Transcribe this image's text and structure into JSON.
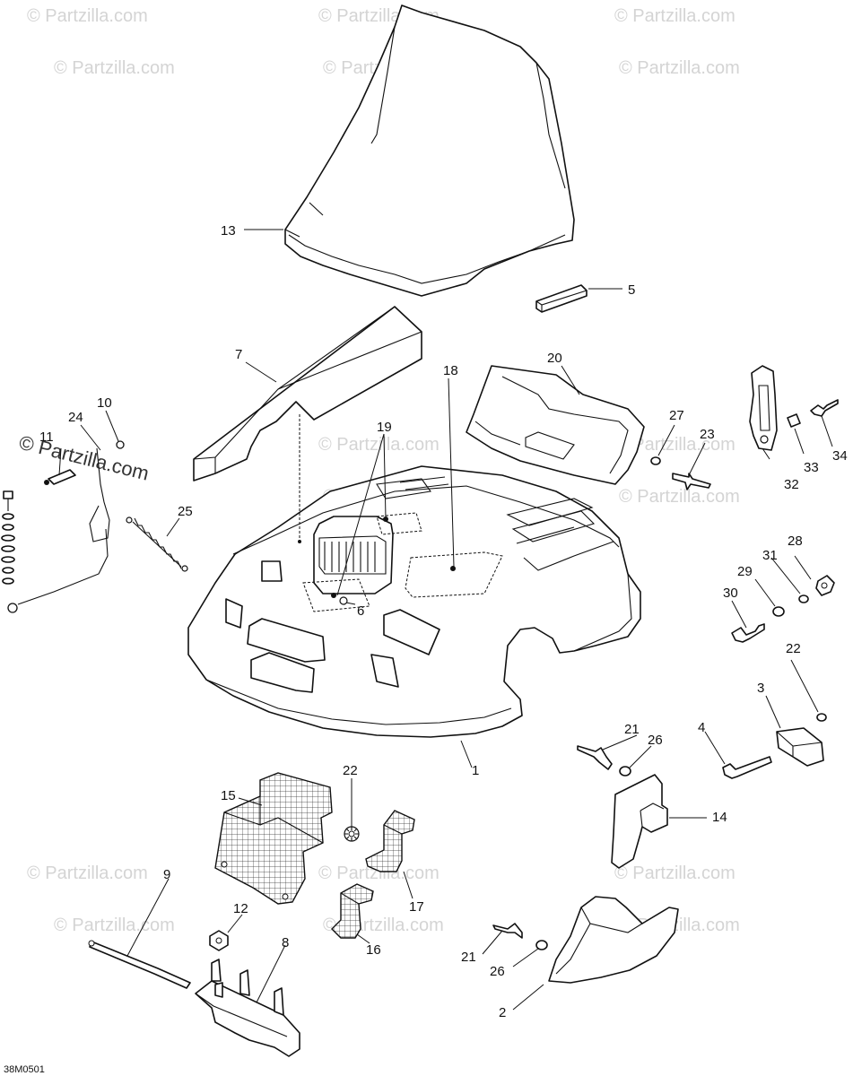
{
  "watermark": {
    "text": "© Partzilla.com"
  },
  "diagram_code": "38M0501",
  "callouts": {
    "c1": "1",
    "c2": "2",
    "c3": "3",
    "c4": "4",
    "c5": "5",
    "c6": "6",
    "c7": "7",
    "c8": "8",
    "c9": "9",
    "c10": "10",
    "c11": "11",
    "c12": "12",
    "c13": "13",
    "c14": "14",
    "c15": "15",
    "c16": "16",
    "c17": "17",
    "c18": "18",
    "c19": "19",
    "c20": "20",
    "c21a": "21",
    "c21b": "21",
    "c22a": "22",
    "c22b": "22",
    "c23": "23",
    "c24": "24",
    "c25": "25",
    "c26a": "26",
    "c26b": "26",
    "c27": "27",
    "c28": "28",
    "c29": "29",
    "c30": "30",
    "c31": "31",
    "c32": "32",
    "c33": "33",
    "c34": "34"
  }
}
